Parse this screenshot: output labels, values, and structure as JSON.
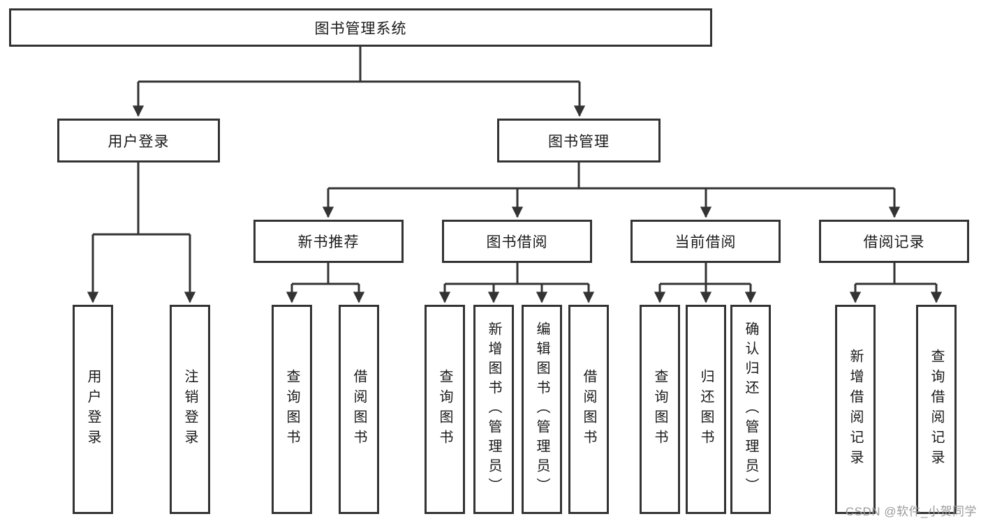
{
  "diagram": {
    "root": {
      "label": "图书管理系统",
      "children": [
        {
          "label": "用户登录",
          "children": [
            {
              "label": "用户登录"
            },
            {
              "label": "注销登录"
            }
          ]
        },
        {
          "label": "图书管理",
          "children": [
            {
              "label": "新书推荐",
              "children": [
                {
                  "label": "查询图书"
                },
                {
                  "label": "借阅图书"
                }
              ]
            },
            {
              "label": "图书借阅",
              "children": [
                {
                  "label": "查询图书"
                },
                {
                  "label": "新增图书（管理员）"
                },
                {
                  "label": "编辑图书（管理员）"
                },
                {
                  "label": "借阅图书"
                }
              ]
            },
            {
              "label": "当前借阅",
              "children": [
                {
                  "label": "查询图书"
                },
                {
                  "label": "归还图书"
                },
                {
                  "label": "确认归还（管理员）"
                }
              ]
            },
            {
              "label": "借阅记录",
              "children": [
                {
                  "label": "新增借阅记录"
                },
                {
                  "label": "查询借阅记录"
                }
              ]
            }
          ]
        }
      ]
    },
    "watermark": "CSDN @软件_小贺同学",
    "colors": {
      "line": "#333333",
      "text": "#1a1a1a",
      "background": "#ffffff",
      "watermark": "#9b9b9b"
    }
  }
}
